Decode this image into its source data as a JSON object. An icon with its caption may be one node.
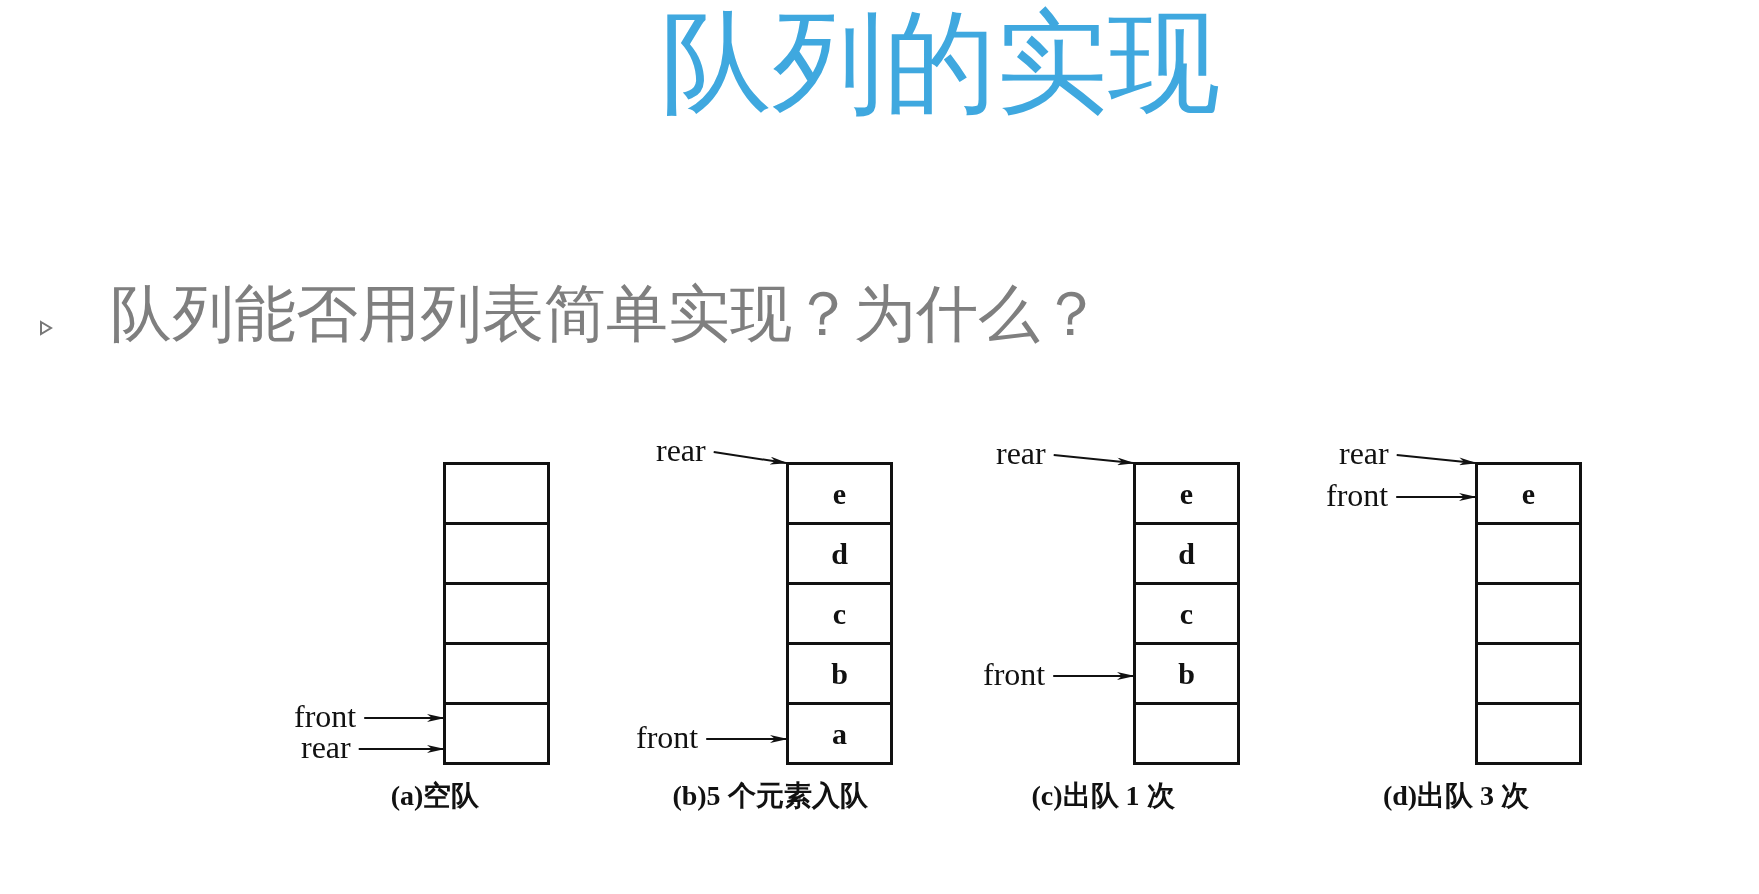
{
  "diagram": {
    "title": "队列的实现",
    "nodes": [
      {
        "text": [],
        "shape": "box"
      },
      {
        "text": [],
        "shape": "box"
      },
      {
        "text": [],
        "shape": "box"
      },
      {
        "text": [],
        "shape": "box"
      },
      {
        "text": [],
        "shape": "box"
      },
      {
        "text": [
          "front"
        ]
      },
      {
        "text": [
          "rear"
        ]
      },
      {
        "text": [
          "rear"
        ]
      },
      {
        "text": [
          "e"
        ]
      },
      {
        "text": [
          "d"
        ]
      },
      {
        "text": [
          "c"
        ]
      },
      {
        "text": [
          "b"
        ]
      },
      {
        "text": [
          "a"
        ]
      },
      {
        "text": [
          "front"
        ]
      },
      {
        "text": [
          "rear"
        ]
      },
      {
        "text": [
          "e"
        ]
      },
      {
        "text": [
          "d"
        ]
      },
      {
        "text": [
          "c"
        ]
      },
      {
        "text": [
          "b"
        ]
      },
      {
        "text": [],
        "shape": "box"
      },
      {
        "text": [
          "front"
        ]
      },
      {
        "text": [
          "rear"
        ]
      },
      {
        "text": [
          "front"
        ]
      },
      {
        "text": [
          "e"
        ]
      },
      {
        "text": [],
        "shape": "box"
      },
      {
        "text": [],
        "shape": "box"
      },
      {
        "text": [],
        "shape": "box"
      },
      {
        "text": [],
        "shape": "box"
      }
    ],
    "edges": [
      {
        "from": 5,
        "to": 4,
        "arrow": "to"
      },
      {
        "from": 6,
        "to": 4,
        "arrow": "to"
      },
      {
        "from": 7,
        "to": 8,
        "arrow": "to"
      },
      {
        "from": 13,
        "to": 12,
        "arrow": "to"
      },
      {
        "from": 14,
        "to": 15,
        "arrow": "to"
      },
      {
        "from": 20,
        "to": 18,
        "arrow": "to"
      },
      {
        "from": 21,
        "to": 23,
        "arrow": "to"
      },
      {
        "from": 22,
        "to": 23,
        "arrow": "to"
      }
    ],
    "labels": [
      "队列能否用列表简单实现？为什么？",
      "(a)空队",
      "(b)5 个元素入队",
      "(c)出队 1 次",
      "(d)出队 3 次"
    ]
  }
}
